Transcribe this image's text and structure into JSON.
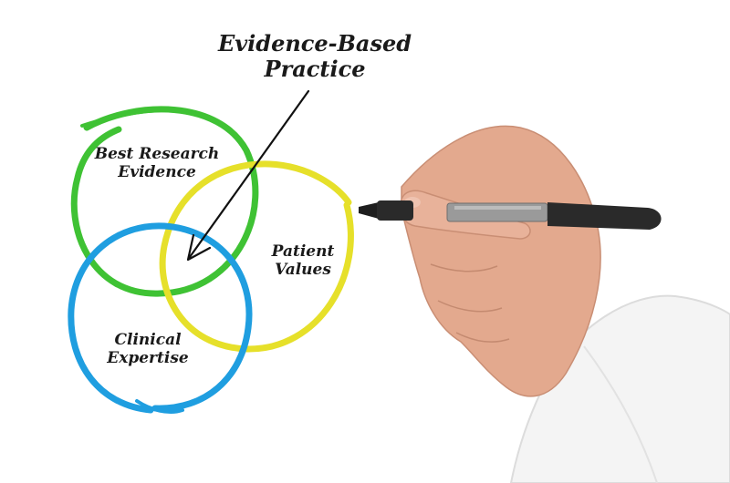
{
  "diagram": {
    "title_lines": [
      "Evidence-Based",
      "Practice"
    ],
    "circles": [
      {
        "id": "research",
        "lines": [
          "Best Research",
          "Evidence"
        ],
        "color": "#3fc234"
      },
      {
        "id": "patient",
        "lines": [
          "Patient",
          "Values"
        ],
        "color": "#e6e02a"
      },
      {
        "id": "clinical",
        "lines": [
          "Clinical",
          "Expertise"
        ],
        "color": "#1f9ee0"
      }
    ],
    "arrow_color": "#111111",
    "marker": {
      "body_color": "#2a2a2a",
      "grip_color": "#9a9a9a"
    },
    "hand": {
      "skin_color": "#e3a98e",
      "sleeve_color": "#f4f4f4"
    }
  }
}
